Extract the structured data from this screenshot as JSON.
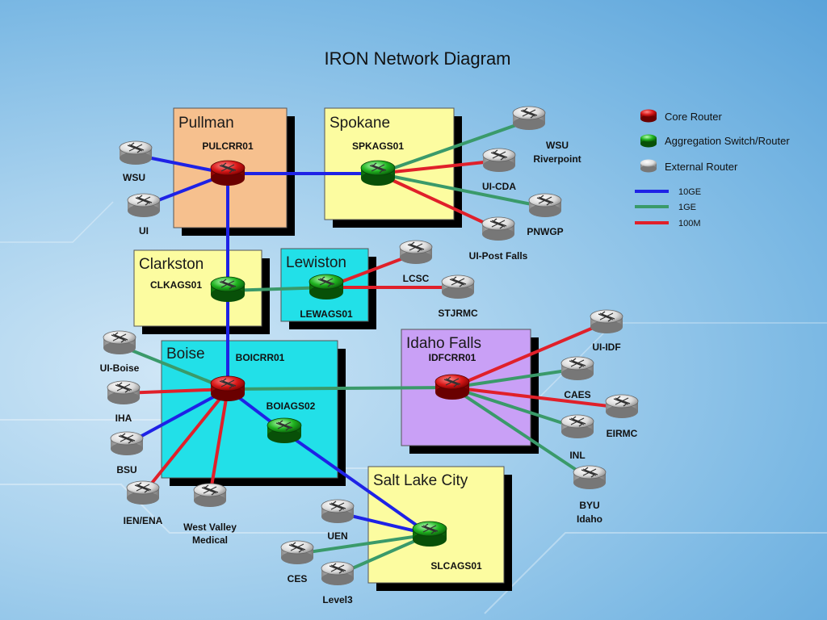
{
  "title": "IRON Network Diagram",
  "colors": {
    "link_10ge": "#1e22e6",
    "link_1ge": "#3a9a6a",
    "link_100m": "#e0202a",
    "core_router": "#d81818",
    "aggregation": "#1fb21f",
    "external": "#e8e8e8"
  },
  "legend": {
    "core_router": "Core Router",
    "aggregation": "Aggregation Switch/Router",
    "external": "External Router",
    "l10ge": "10GE",
    "l1ge": "1GE",
    "l100m": "100M"
  },
  "sites": {
    "pullman": "Pullman",
    "spokane": "Spokane",
    "clarkston": "Clarkston",
    "lewiston": "Lewiston",
    "boise": "Boise",
    "idaho_falls": "Idaho Falls",
    "salt_lake_city": "Salt Lake City"
  },
  "nodes": {
    "pulcrr01": "PULCRR01",
    "spkags01": "SPKAGS01",
    "clkags01": "CLKAGS01",
    "lewags01": "LEWAGS01",
    "boicrr01": "BOICRR01",
    "boiags02": "BOIAGS02",
    "idfcrr01": "IDFCRR01",
    "slcags01": "SLCAGS01",
    "wsu": "WSU",
    "ui": "UI",
    "wsu_riverpoint_1": "WSU",
    "wsu_riverpoint_2": "Riverpoint",
    "ui_cda": "UI-CDA",
    "pnwgp": "PNWGP",
    "ui_post_falls": "UI-Post Falls",
    "lcsc": "LCSC",
    "stjrmc": "STJRMC",
    "ui_boise": "UI-Boise",
    "iha": "IHA",
    "bsu": "BSU",
    "ien_ena": "IEN/ENA",
    "wvm_1": "West Valley",
    "wvm_2": "Medical",
    "ui_idf": "UI-IDF",
    "caes": "CAES",
    "eirmc": "EIRMC",
    "inl": "INL",
    "byu_1": "BYU",
    "byu_2": "Idaho",
    "uen": "UEN",
    "ces": "CES",
    "level3": "Level3"
  }
}
